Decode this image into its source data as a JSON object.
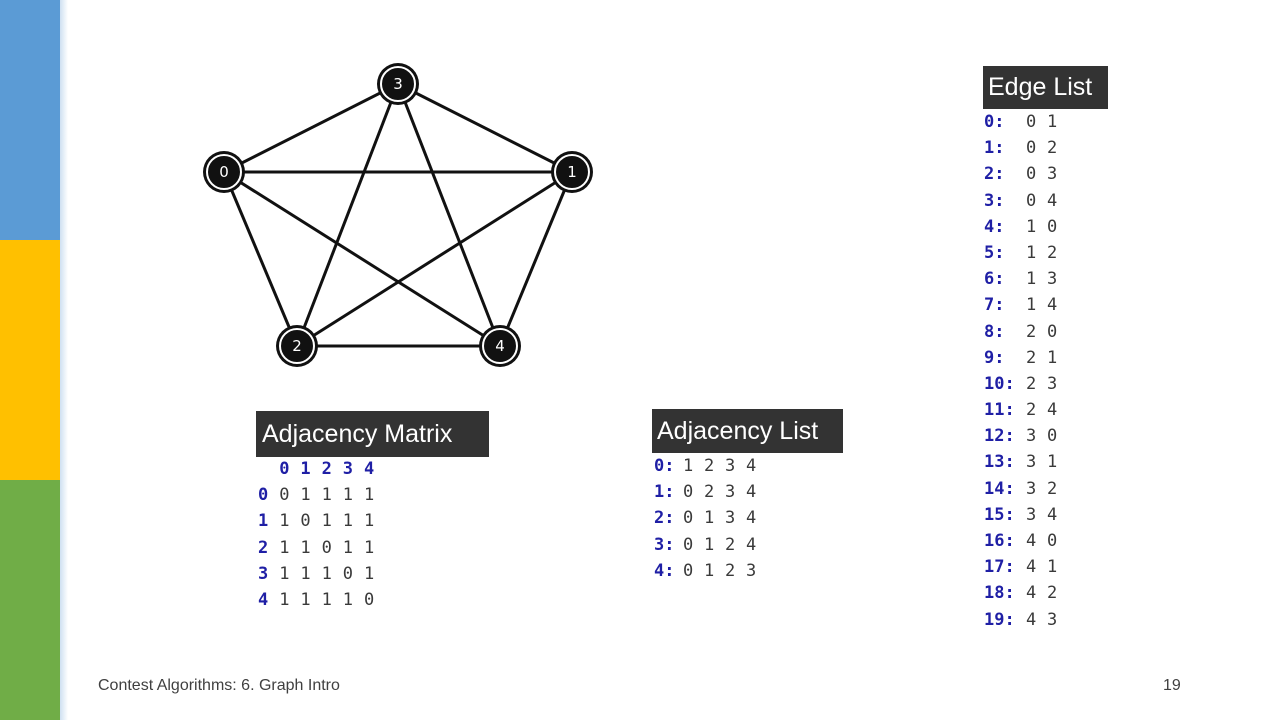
{
  "graph": {
    "nodes": [
      "0",
      "1",
      "2",
      "3",
      "4"
    ],
    "edges": [
      [
        0,
        1
      ],
      [
        0,
        2
      ],
      [
        0,
        3
      ],
      [
        0,
        4
      ],
      [
        1,
        2
      ],
      [
        1,
        3
      ],
      [
        1,
        4
      ],
      [
        2,
        3
      ],
      [
        2,
        4
      ],
      [
        3,
        4
      ]
    ]
  },
  "adjacency_matrix": {
    "title": "Adjacency Matrix",
    "column_headers": [
      "0",
      "1",
      "2",
      "3",
      "4"
    ],
    "rows": [
      {
        "index": "0",
        "values": [
          "0",
          "1",
          "1",
          "1",
          "1"
        ]
      },
      {
        "index": "1",
        "values": [
          "1",
          "0",
          "1",
          "1",
          "1"
        ]
      },
      {
        "index": "2",
        "values": [
          "1",
          "1",
          "0",
          "1",
          "1"
        ]
      },
      {
        "index": "3",
        "values": [
          "1",
          "1",
          "1",
          "0",
          "1"
        ]
      },
      {
        "index": "4",
        "values": [
          "1",
          "1",
          "1",
          "1",
          "0"
        ]
      }
    ]
  },
  "adjacency_list": {
    "title": "Adjacency List",
    "rows": [
      {
        "key": "0:",
        "values": [
          "1",
          "2",
          "3",
          "4"
        ]
      },
      {
        "key": "1:",
        "values": [
          "0",
          "2",
          "3",
          "4"
        ]
      },
      {
        "key": "2:",
        "values": [
          "0",
          "1",
          "3",
          "4"
        ]
      },
      {
        "key": "3:",
        "values": [
          "0",
          "1",
          "2",
          "4"
        ]
      },
      {
        "key": "4:",
        "values": [
          "0",
          "1",
          "2",
          "3"
        ]
      }
    ]
  },
  "edge_list": {
    "title": "Edge List",
    "rows": [
      {
        "key": "0:",
        "values": [
          "0",
          "1"
        ]
      },
      {
        "key": "1:",
        "values": [
          "0",
          "2"
        ]
      },
      {
        "key": "2:",
        "values": [
          "0",
          "3"
        ]
      },
      {
        "key": "3:",
        "values": [
          "0",
          "4"
        ]
      },
      {
        "key": "4:",
        "values": [
          "1",
          "0"
        ]
      },
      {
        "key": "5:",
        "values": [
          "1",
          "2"
        ]
      },
      {
        "key": "6:",
        "values": [
          "1",
          "3"
        ]
      },
      {
        "key": "7:",
        "values": [
          "1",
          "4"
        ]
      },
      {
        "key": "8:",
        "values": [
          "2",
          "0"
        ]
      },
      {
        "key": "9:",
        "values": [
          "2",
          "1"
        ]
      },
      {
        "key": "10:",
        "values": [
          "2",
          "3"
        ]
      },
      {
        "key": "11:",
        "values": [
          "2",
          "4"
        ]
      },
      {
        "key": "12:",
        "values": [
          "3",
          "0"
        ]
      },
      {
        "key": "13:",
        "values": [
          "3",
          "1"
        ]
      },
      {
        "key": "14:",
        "values": [
          "3",
          "2"
        ]
      },
      {
        "key": "15:",
        "values": [
          "3",
          "4"
        ]
      },
      {
        "key": "16:",
        "values": [
          "4",
          "0"
        ]
      },
      {
        "key": "17:",
        "values": [
          "4",
          "1"
        ]
      },
      {
        "key": "18:",
        "values": [
          "4",
          "2"
        ]
      },
      {
        "key": "19:",
        "values": [
          "4",
          "3"
        ]
      }
    ]
  },
  "footer": {
    "left": "Contest Algorithms: 6. Graph Intro",
    "page_number": "19"
  },
  "colors": {
    "bar_blue": "#5b9bd5",
    "bar_yellow": "#ffc000",
    "bar_green": "#70ad47",
    "header_bg": "#333333",
    "index_blue": "#1f1fa5"
  }
}
